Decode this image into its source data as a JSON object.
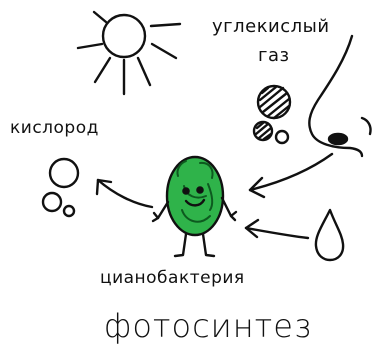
{
  "labels": {
    "carbon_dioxide_line1": "углекислый",
    "carbon_dioxide_line2": "газ",
    "oxygen": "кислород",
    "organism": "цианобактерия",
    "title": "фотосинтез"
  },
  "colors": {
    "ink": "#111111",
    "bacterium_fill": "#2fb34a",
    "background": "#ffffff"
  },
  "icons": [
    "sun-icon",
    "co2-molecule-icon",
    "nose-icon",
    "water-drop-icon",
    "oxygen-bubbles-icon",
    "cyanobacterium-icon",
    "arrow-icon"
  ]
}
